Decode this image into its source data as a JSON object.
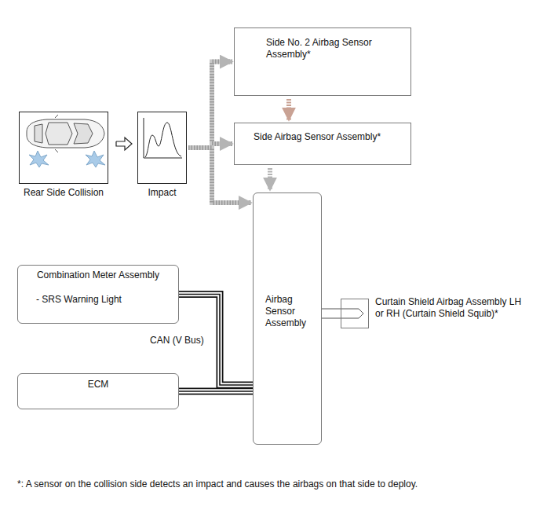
{
  "diagram": {
    "nodes": [
      {
        "text": [
          "Rear Side Collision"
        ]
      },
      {
        "text": [
          "Impact"
        ]
      },
      {
        "text": [
          "Side No. 2 Airbag Sensor Assembly*"
        ]
      },
      {
        "text": [
          "Side Airbag Sensor Assembly*"
        ]
      },
      {
        "text": [
          "Airbag Sensor Assembly"
        ]
      },
      {
        "text": [
          "Combination Meter Assembly",
          "- SRS Warning Light"
        ]
      },
      {
        "text": [
          "ECM"
        ]
      },
      {
        "text": [
          "Curtain Shield Airbag Assembly LH or RH (Curtain Shield Squib)*"
        ]
      }
    ],
    "edges": [
      {
        "from": 0,
        "to": 1,
        "arrow": "to"
      },
      {
        "from": 1,
        "to": 2,
        "arrow": "to"
      },
      {
        "from": 1,
        "to": 3,
        "arrow": "to"
      },
      {
        "from": 1,
        "to": 4,
        "arrow": "to"
      },
      {
        "from": 2,
        "to": 3,
        "arrow": "to"
      },
      {
        "from": 3,
        "to": 4,
        "arrow": "to"
      },
      {
        "from": 5,
        "to": 4,
        "arrow": "none",
        "label": "CAN (V Bus)"
      },
      {
        "from": 6,
        "to": 4,
        "arrow": "none"
      },
      {
        "from": 4,
        "to": 7,
        "arrow": "none"
      }
    ],
    "labels": [
      "*: A sensor on the collision side detects an impact and causes the airbags on that side to deploy."
    ]
  }
}
